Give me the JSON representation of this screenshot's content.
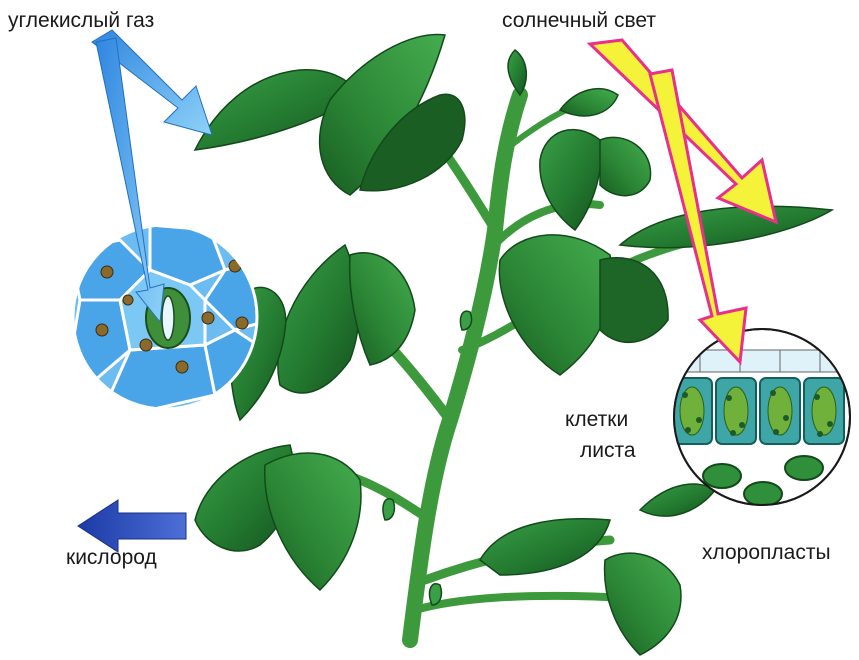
{
  "labels": {
    "carbon_dioxide": "углекислый газ",
    "sunlight": "солнечный свет",
    "leaf_cells_line1": "клетки",
    "leaf_cells_line2": "листа",
    "oxygen": "кислород",
    "chloroplasts": "хлоропласты"
  },
  "colors": {
    "co2_arrow": "#3a8fe0",
    "sun_arrow_fill": "#f5f23a",
    "sun_arrow_stroke": "#e8308a",
    "oxygen_arrow": "#2a48b8",
    "leaf_dark": "#1f6a2c",
    "leaf_mid": "#2f8f3a",
    "stem": "#3d9a3c",
    "stoma_cells": "#5fb0f0",
    "leaf_cell_interior": "#3fa6a8"
  }
}
